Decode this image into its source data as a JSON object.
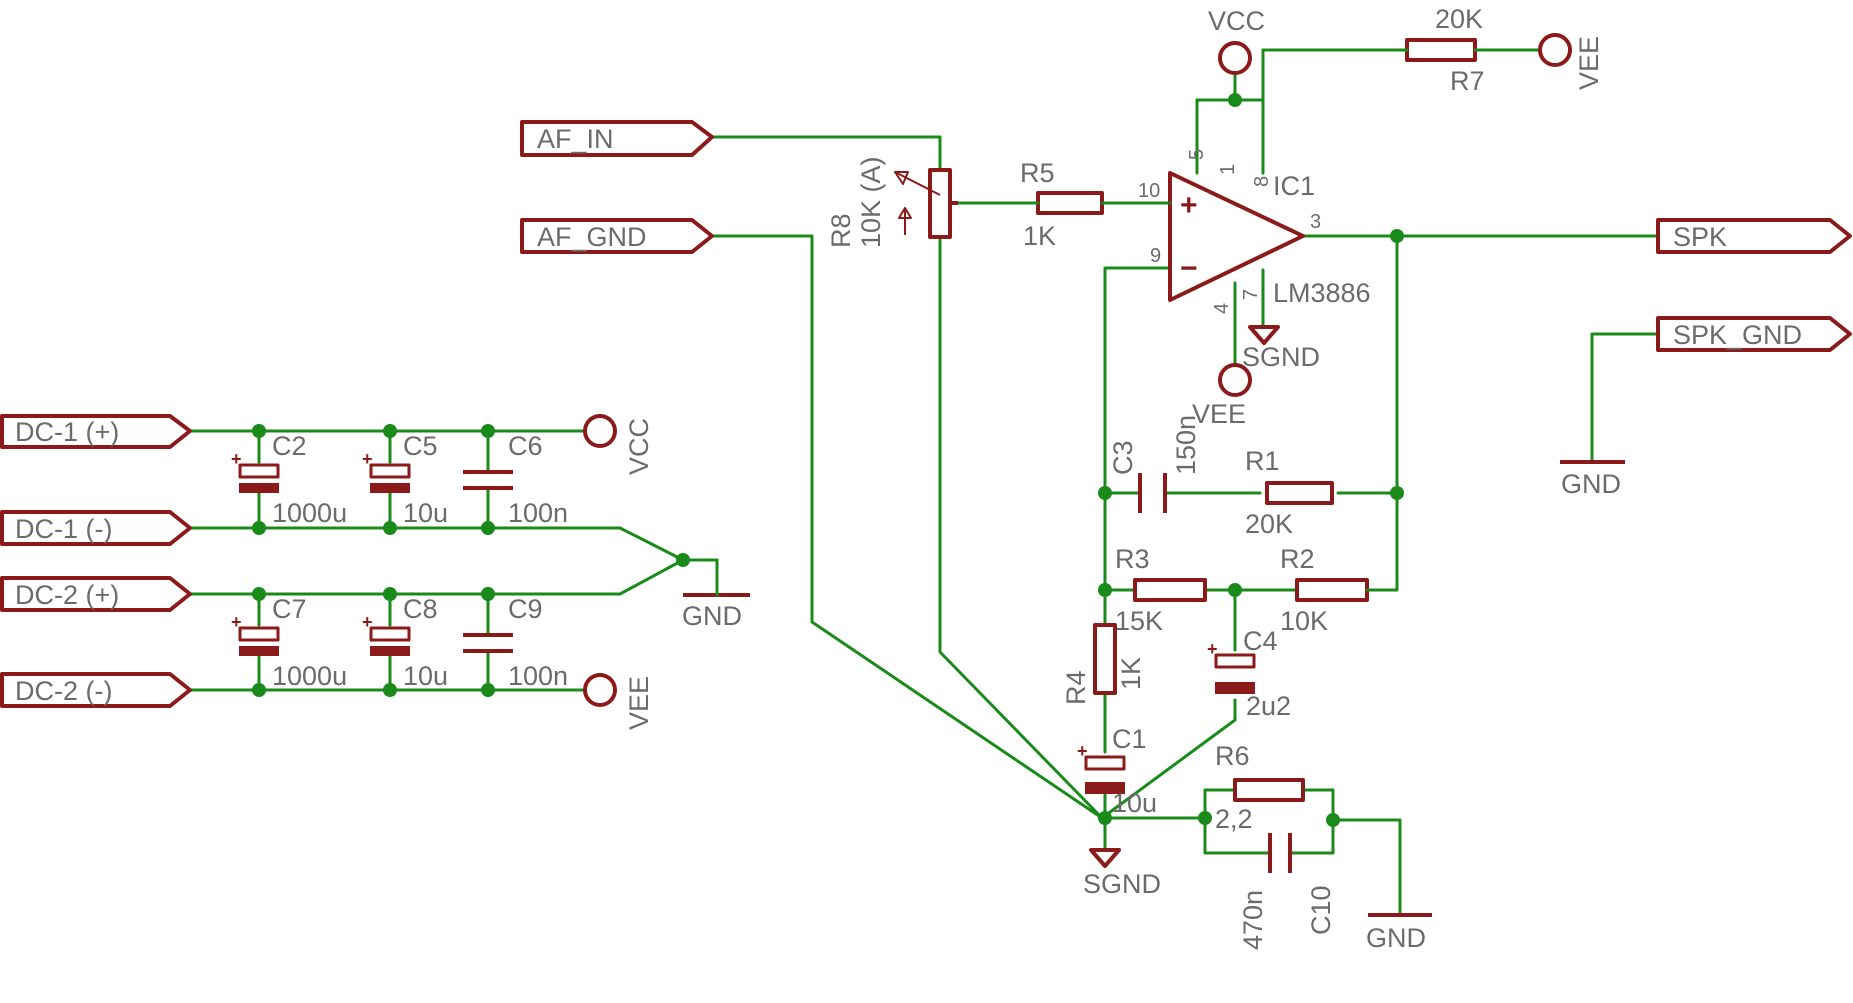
{
  "ports": {
    "af_in": "AF_IN",
    "af_gnd": "AF_GND",
    "dc1_pos": "DC-1 (+)",
    "dc1_neg": "DC-1 (-)",
    "dc2_pos": "DC-2 (+)",
    "dc2_neg": "DC-2 (-)",
    "spk": "SPK",
    "spk_gnd": "SPK_GND"
  },
  "supplies": {
    "vcc": "VCC",
    "vee": "VEE",
    "gnd": "GND",
    "sgnd": "SGND"
  },
  "ic": {
    "name": "IC1",
    "part": "LM3886",
    "pins": {
      "p5": "5",
      "p1": "1",
      "p8": "8",
      "p10": "10",
      "p9": "9",
      "p3": "3",
      "p7": "7",
      "p4": "4"
    },
    "plus": "+",
    "minus": "−"
  },
  "components": {
    "r1": {
      "name": "R1",
      "value": "20K"
    },
    "r2": {
      "name": "R2",
      "value": "10K"
    },
    "r3": {
      "name": "R3",
      "value": "15K"
    },
    "r4": {
      "name": "R4",
      "value": "1K"
    },
    "r5": {
      "name": "R5",
      "value": "1K"
    },
    "r6": {
      "name": "R6",
      "value": "2,2"
    },
    "r7": {
      "name": "R7",
      "value": "20K"
    },
    "r8": {
      "name": "R8",
      "value": "10K (A)"
    },
    "c1": {
      "name": "C1",
      "value": "10u"
    },
    "c2": {
      "name": "C2",
      "value": "1000u"
    },
    "c3": {
      "name": "C3",
      "value": "150n"
    },
    "c4": {
      "name": "C4",
      "value": "2u2"
    },
    "c5": {
      "name": "C5",
      "value": "10u"
    },
    "c6": {
      "name": "C6",
      "value": "100n"
    },
    "c7": {
      "name": "C7",
      "value": "1000u"
    },
    "c8": {
      "name": "C8",
      "value": "10u"
    },
    "c9": {
      "name": "C9",
      "value": "100n"
    },
    "c10": {
      "name": "C10",
      "value": "470n"
    }
  },
  "polarity_mark": "+",
  "colors": {
    "wire": "#1a8a1a",
    "component": "#8b1a1a",
    "label": "#6b6b6b"
  }
}
